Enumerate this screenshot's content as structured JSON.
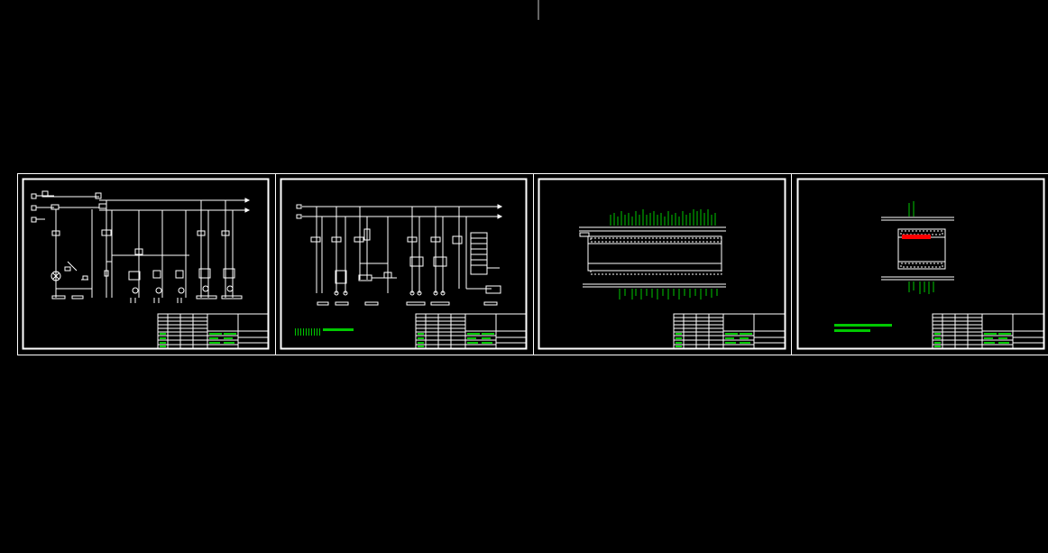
{
  "window": {
    "title": ""
  },
  "colors": {
    "background": "#000000",
    "line": "#ffffff",
    "text_green": "#00c800",
    "highlight_red": "#ff0000",
    "cursor": "#c8c8c8"
  },
  "sheets": [
    {
      "id": "sheet-1",
      "kind": "control-schematic"
    },
    {
      "id": "sheet-2",
      "kind": "control-schematic"
    },
    {
      "id": "sheet-3",
      "kind": "terminal-layout"
    },
    {
      "id": "sheet-4",
      "kind": "terminal-layout"
    }
  ],
  "icons": {
    "crosshair": "crosshair-cursor-icon"
  }
}
